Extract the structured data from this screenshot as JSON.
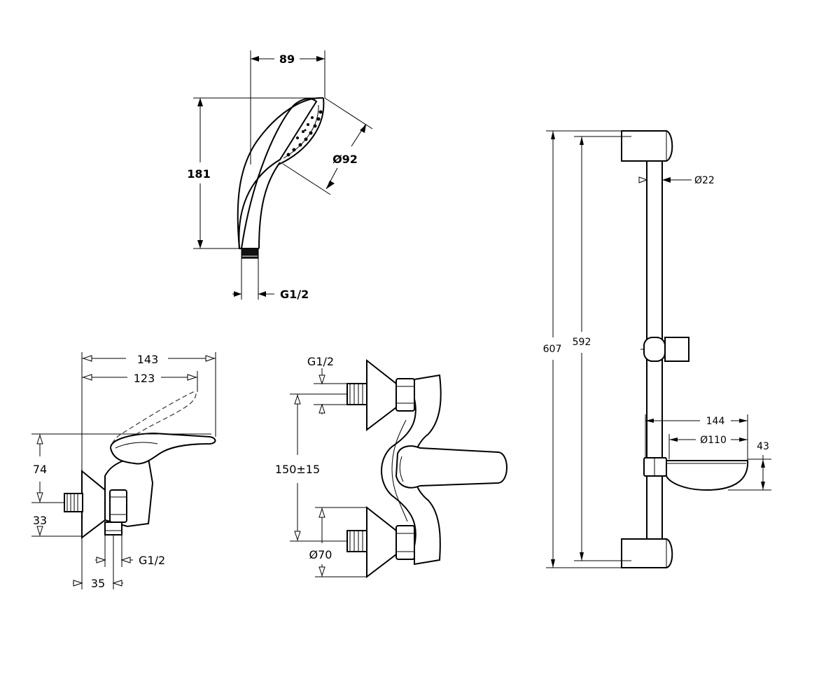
{
  "colors": {
    "line": "#000000",
    "background": "#ffffff"
  },
  "hand_shower": {
    "width_label": "89",
    "height_label": "181",
    "face_diameter_label": "Ø92",
    "thread_label": "G1/2"
  },
  "mixer_side": {
    "overall_width_label": "143",
    "lever_reach_label": "123",
    "lever_height_label": "74",
    "outlet_height_label": "33",
    "outlet_thread_label": "G1/2",
    "outlet_depth_label": "35"
  },
  "mixer_front": {
    "inlet_thread_label": "G1/2",
    "inlet_spacing_label": "150±15",
    "flange_diameter_label": "Ø70"
  },
  "slide_rail": {
    "overall_length_label": "607",
    "bracket_spacing_label": "592",
    "rail_diameter_label": "Ø22",
    "dish_reach_label": "144",
    "dish_diameter_label": "Ø110",
    "dish_height_label": "43"
  }
}
